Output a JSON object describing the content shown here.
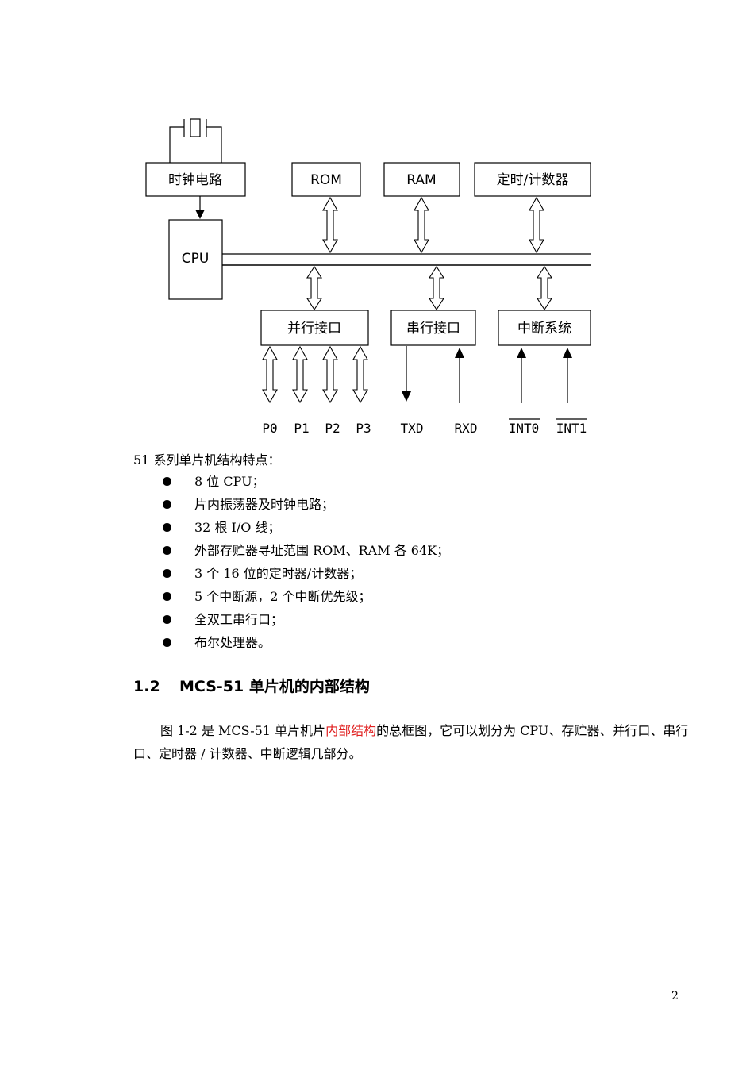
{
  "diagram": {
    "clock_box": "时钟电路",
    "rom_box": "ROM",
    "ram_box": "RAM",
    "timer_box": "定时/计数器",
    "cpu_box": "CPU",
    "parallel_box": "并行接口",
    "serial_box": "串行接口",
    "interrupt_box": "中断系统",
    "pins": [
      "P0",
      "P1",
      "P2",
      "P3",
      "TXD",
      "RXD",
      "INT0",
      "INT1"
    ]
  },
  "intro": "51 系列单片机结构特点：",
  "features": [
    "8 位 CPU；",
    "片内振荡器及时钟电路；",
    "32 根 I/O 线；",
    "外部存贮器寻址范围 ROM、RAM 各 64K；",
    "3 个 16 位的定时器/计数器；",
    "5 个中断源，2 个中断优先级；",
    "全双工串行口；",
    "布尔处理器。"
  ],
  "section": {
    "number": "1.2",
    "title": "MCS-51 单片机的内部结构"
  },
  "paragraph": {
    "before": "图 1-2 是 MCS-51 单片机片",
    "link": "内部结构",
    "after": "的总框图，它可以划分为 CPU、存贮器、并行口、串行口、定时器 / 计数器、中断逻辑几部分。"
  },
  "page_number": "2"
}
